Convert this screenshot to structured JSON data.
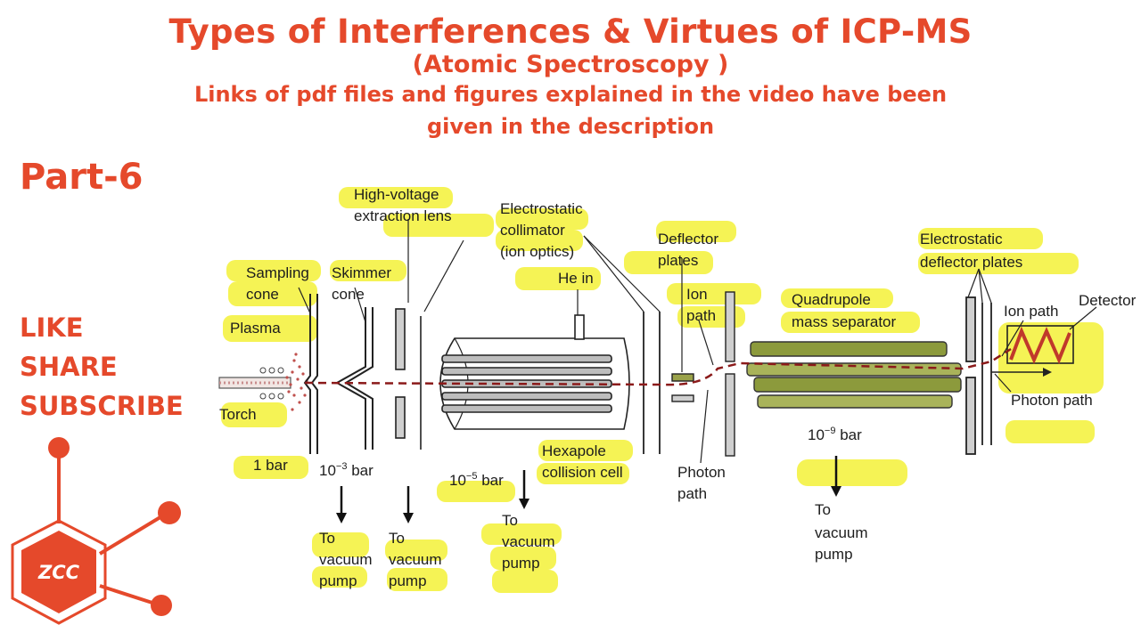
{
  "header": {
    "title": "Types of Interferences & Virtues of ICP-MS",
    "subtitle": "(Atomic Spectroscopy )",
    "note_line1": "Links of pdf files and figures explained in the video have been",
    "note_line2": "given in the description"
  },
  "sidebar": {
    "part": "Part-6",
    "like": "LIKE",
    "share": "SHARE",
    "subscribe": "SUBSCRIBE",
    "logo_text": "ZCC"
  },
  "diagram": {
    "high_voltage_1": "High-voltage",
    "high_voltage_2": "extraction lens",
    "electrostatic_1": "Electrostatic",
    "electrostatic_2": "collimator",
    "electrostatic_3": "(ion optics)",
    "deflector_1": "Deflector",
    "deflector_2": "plates",
    "elec_deflector_1": "Electrostatic",
    "elec_deflector_2": "deflector plates",
    "sampling_1": "Sampling",
    "sampling_2": "cone",
    "skimmer_1": "Skimmer",
    "skimmer_2": "cone",
    "plasma": "Plasma",
    "torch": "Torch",
    "he_in": "He in",
    "ion_path_1": "Ion",
    "ion_path_2": "path",
    "quad_1": "Quadrupole",
    "quad_2": "mass separator",
    "ion_path_right": "Ion path",
    "detector": "Detector",
    "photon_path_right": "Photon path",
    "p_1bar": "1 bar",
    "p_3": "10",
    "p_3_exp": "−3",
    "p_unit": " bar",
    "p_5": "10",
    "p_5_exp": "−5",
    "p_9": "10",
    "p_9_exp": "−9",
    "hexapole_1": "Hexapole",
    "hexapole_2": "collision cell",
    "photon_1": "Photon",
    "photon_2": "path",
    "to": "To",
    "vacuum": "vacuum",
    "pump": "pump"
  },
  "colors": {
    "accent": "#e5492b",
    "highlight": "#f2ef1c",
    "rod": "#8c9a3c",
    "beam": "#8b1a1a"
  }
}
